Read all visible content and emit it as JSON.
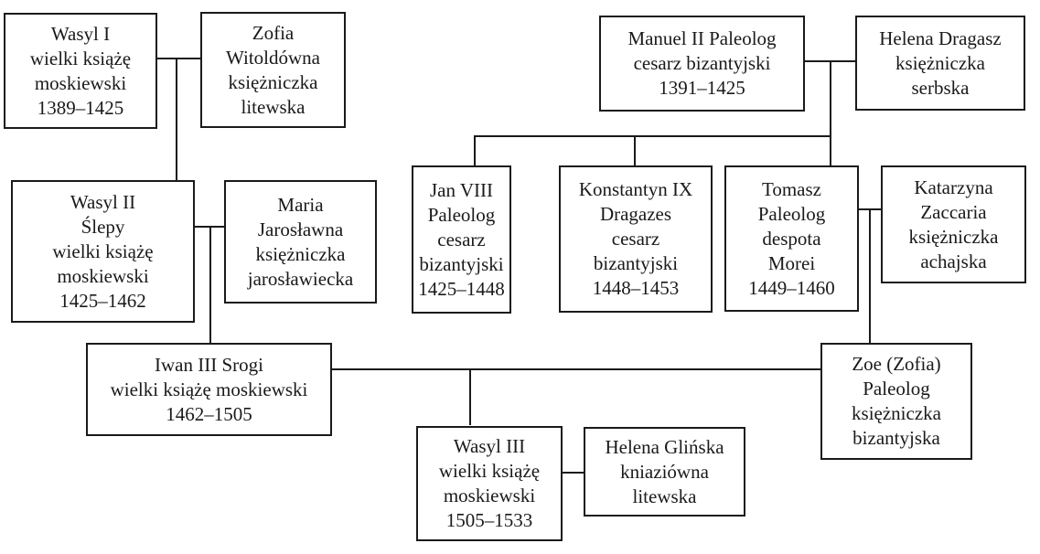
{
  "diagram": {
    "type": "genealogy-tree",
    "people": {
      "wasyl1": {
        "lines": [
          "Wasyl I",
          "wielki książę",
          "moskiewski",
          "1389–1425"
        ]
      },
      "zofia_witoldowna": {
        "lines": [
          "Zofia",
          "Witoldówna",
          "księżniczka",
          "litewska"
        ]
      },
      "wasyl2": {
        "lines": [
          "Wasyl II",
          "Ślepy",
          "wielki książę",
          "moskiewski",
          "1425–1462"
        ]
      },
      "maria_jaroslawna": {
        "lines": [
          "Maria",
          "Jarosławna",
          "księżniczka",
          "jarosławiecka"
        ]
      },
      "iwan3": {
        "lines": [
          "Iwan III Srogi",
          "wielki książę moskiewski",
          "1462–1505"
        ]
      },
      "wasyl3": {
        "lines": [
          "Wasyl III",
          "wielki książę",
          "moskiewski",
          "1505–1533"
        ]
      },
      "helena_glinska": {
        "lines": [
          "Helena Glińska",
          "kniaziówna",
          "litewska"
        ]
      },
      "manuel2": {
        "lines": [
          "Manuel II Paleolog",
          "cesarz bizantyjski",
          "1391–1425"
        ]
      },
      "helena_dragasz": {
        "lines": [
          "Helena Dragasz",
          "księżniczka",
          "serbska"
        ]
      },
      "jan8": {
        "lines": [
          "Jan VIII",
          "Paleolog",
          "cesarz",
          "bizantyjski",
          "1425–1448"
        ]
      },
      "konstantyn9": {
        "lines": [
          "Konstantyn IX",
          "Dragazes",
          "cesarz",
          "bizantyjski",
          "1448–1453"
        ]
      },
      "tomasz": {
        "lines": [
          "Tomasz",
          "Paleolog",
          "despota",
          "Morei",
          "1449–1460"
        ]
      },
      "katarzyna": {
        "lines": [
          "Katarzyna",
          "Zaccaria",
          "księżniczka",
          "achajska"
        ]
      },
      "zoe": {
        "lines": [
          "Zoe (Zofia)",
          "Paleolog",
          "księżniczka",
          "bizantyjska"
        ]
      }
    },
    "marriages": [
      [
        "wasyl1",
        "zofia_witoldowna"
      ],
      [
        "wasyl2",
        "maria_jaroslawna"
      ],
      [
        "iwan3",
        "zoe"
      ],
      [
        "wasyl3",
        "helena_glinska"
      ],
      [
        "manuel2",
        "helena_dragasz"
      ],
      [
        "tomasz",
        "katarzyna"
      ]
    ],
    "children": {
      "wasyl1+zofia_witoldowna": [
        "wasyl2"
      ],
      "wasyl2+maria_jaroslawna": [
        "iwan3"
      ],
      "iwan3+zoe": [
        "wasyl3"
      ],
      "manuel2+helena_dragasz": [
        "jan8",
        "konstantyn9",
        "tomasz"
      ],
      "tomasz+katarzyna": [
        "zoe"
      ]
    }
  }
}
